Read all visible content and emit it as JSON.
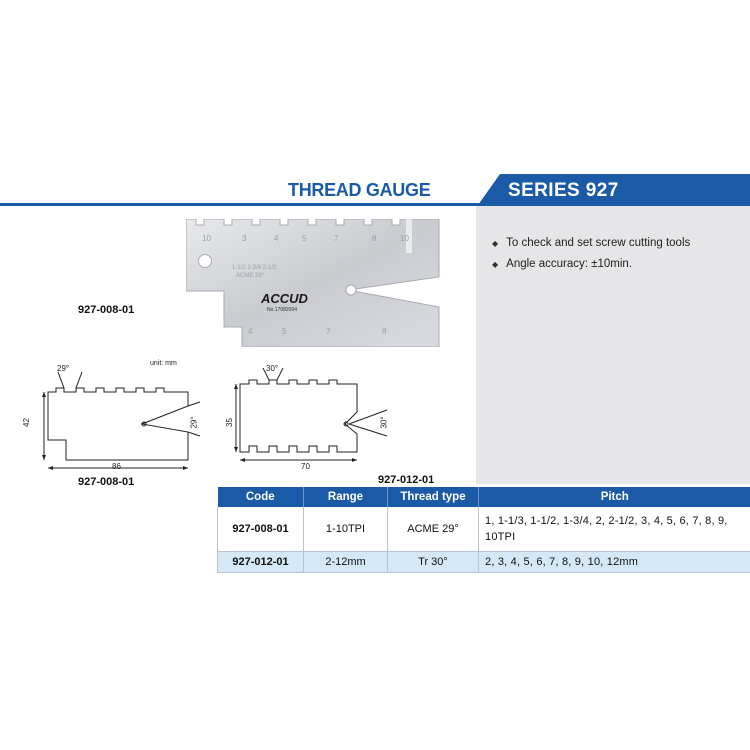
{
  "header": {
    "title": "THREAD GAUGE",
    "series": "SERIES 927"
  },
  "features": [
    "To check and set screw cutting tools",
    "Angle accuracy: ±10min."
  ],
  "photo": {
    "brand": "ACCUD",
    "serial": "No.17082004",
    "code_label": "927-008-01"
  },
  "drawing_a": {
    "unit": "unit: mm",
    "top_angle": "29°",
    "side_angle": "29°",
    "height": "42",
    "length": "86",
    "code": "927-008-01"
  },
  "drawing_b": {
    "top_angle": "30°",
    "side_angle": "30°",
    "height": "35",
    "length": "70",
    "code": "927-012-01"
  },
  "table": {
    "headers": [
      "Code",
      "Range",
      "Thread type",
      "Pitch"
    ],
    "rows": [
      {
        "code": "927-008-01",
        "range": "1-10TPI",
        "thread_type": "ACME 29°",
        "pitch": "1, 1-1/3, 1-1/2, 1-3/4, 2, 2-1/2, 3, 4, 5, 6, 7, 8, 9, 10TPI"
      },
      {
        "code": "927-012-01",
        "range": "2-12mm",
        "thread_type": "Tr 30°",
        "pitch": "2, 3, 4, 5, 6, 7, 8, 9, 10, 12mm"
      }
    ]
  },
  "colors": {
    "brand_blue": "#1b5aa6",
    "panel_gray": "#e6e6e8",
    "row_highlight": "#d4e8f7"
  }
}
